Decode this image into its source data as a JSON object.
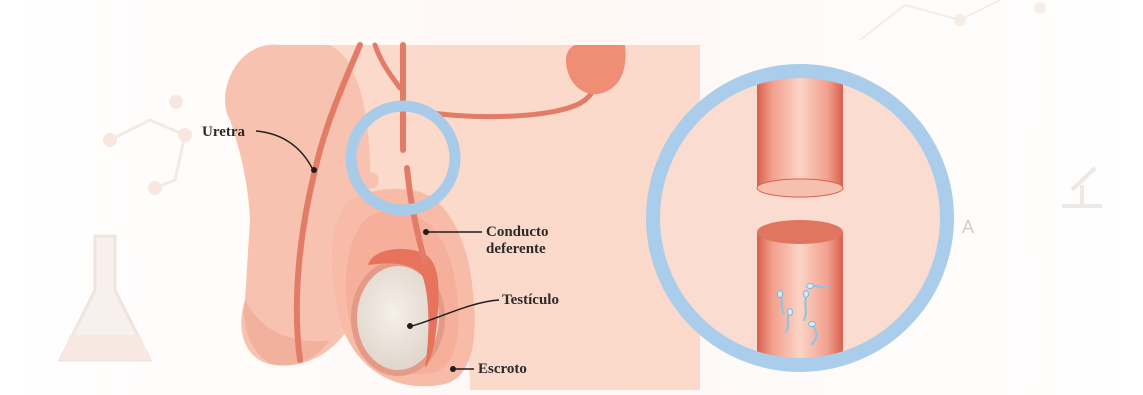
{
  "labels": {
    "uretra": "Uretra",
    "conducto_line1": "Conducto",
    "conducto_line2": "deferente",
    "testiculo": "Testículo",
    "escroto": "Escroto",
    "side_letter": "A"
  },
  "colors": {
    "skin": "#f7c9b6",
    "skin_shade": "#f0a896",
    "tube": "#e8836f",
    "tube_dark": "#d86552",
    "tube_light": "#f6b8a6",
    "ring": "#9ec6e6",
    "testicle": "#eee6df",
    "sperm": "#8fc6e3",
    "watermark": "#e9e9e9"
  },
  "icons": [
    "flask-watermark-icon",
    "molecule-watermark-icon",
    "microscope-watermark-icon"
  ]
}
